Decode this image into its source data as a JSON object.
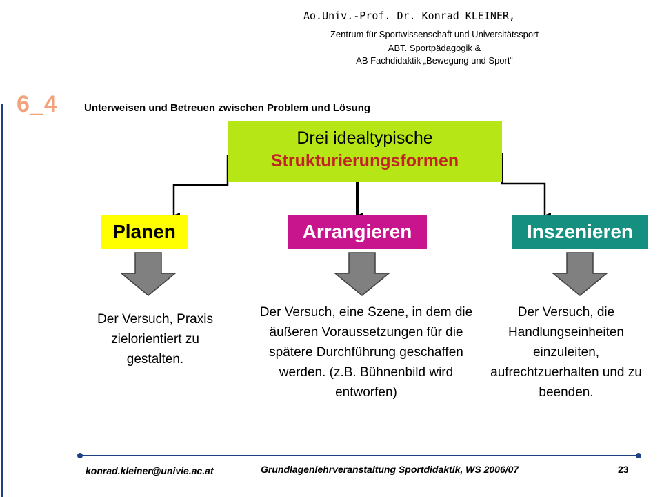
{
  "header": {
    "author": "Ao.Univ.-Prof. Dr. Konrad KLEINER,",
    "line1": "Zentrum für Sportwissenschaft und Universitätssport",
    "line2": "ABT. Sportpädagogik &",
    "line3": "AB Fachdidaktik „Bewegung und Sport“"
  },
  "slide": {
    "number": "6_4",
    "subtitle": "Unterweisen und Betreuen zwischen Problem und Lösung"
  },
  "main_box": {
    "line1": "Drei idealtypische",
    "line2": "Strukturierungsformen"
  },
  "categories": [
    {
      "label": "Planen",
      "color": "#ffff00",
      "text_color": "#000000",
      "description": "Der Versuch, Praxis zielorientiert zu gestalten."
    },
    {
      "label": "Arrangieren",
      "color": "#c8158d",
      "text_color": "#ffffff",
      "description": "Der Versuch, eine Szene, in dem die äußeren Voraussetzungen für die spätere Durchführung geschaffen werden. (z.B. Bühnenbild wird entworfen)"
    },
    {
      "label": "Inszenieren",
      "color": "#159080",
      "text_color": "#ffffff",
      "description": "Der Versuch, die Handlungseinheiten einzuleiten, aufrechtzuerhalten und zu beenden."
    }
  ],
  "footer": {
    "email": "konrad.kleiner@univie.ac.at",
    "course": "Grundlagenlehrveranstaltung Sportdidaktik, WS 2006/07",
    "page": "23"
  },
  "colors": {
    "main_box": "#b6e616",
    "main_highlight": "#c02424",
    "slide_number": "#f2a37c",
    "footer_rule": "#1f3f86",
    "arrow_fill": "#808080"
  }
}
